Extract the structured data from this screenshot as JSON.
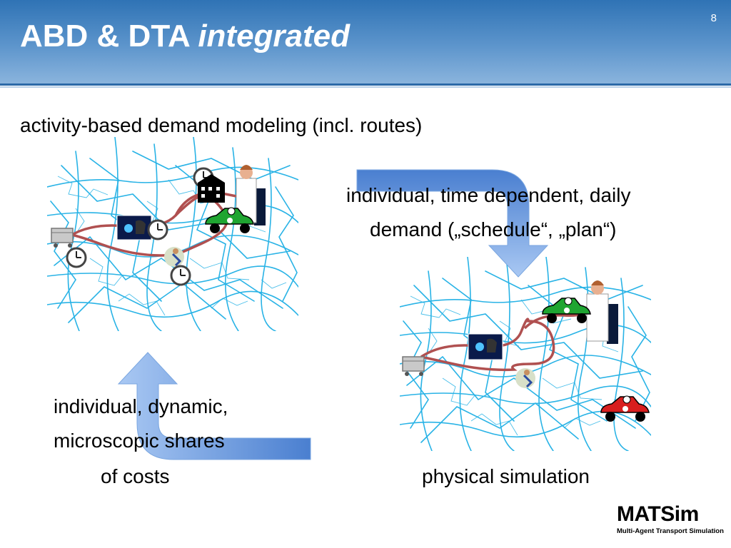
{
  "slide": {
    "page_number": "8",
    "title_plain": "ABD & DTA",
    "title_italic": "integrated"
  },
  "texts": {
    "activity_based": "activity-based demand modeling (incl. routes)",
    "individual_demand_line1": "individual, time dependent, daily",
    "individual_demand_line2": "demand („schedule“, „plan“)",
    "shares_line1": "individual, dynamic,",
    "shares_line2": "microscopic shares",
    "shares_line3": "of costs",
    "physical_simulation": "physical simulation"
  },
  "logo": {
    "name": "MATSim",
    "subtitle": "Multi-Agent Transport Simulation"
  },
  "colors": {
    "header_blue": "#2f73b5",
    "network_cyan": "#29b3e6",
    "route_red": "#b05050",
    "arrow_blue": "#6f9fe0"
  }
}
